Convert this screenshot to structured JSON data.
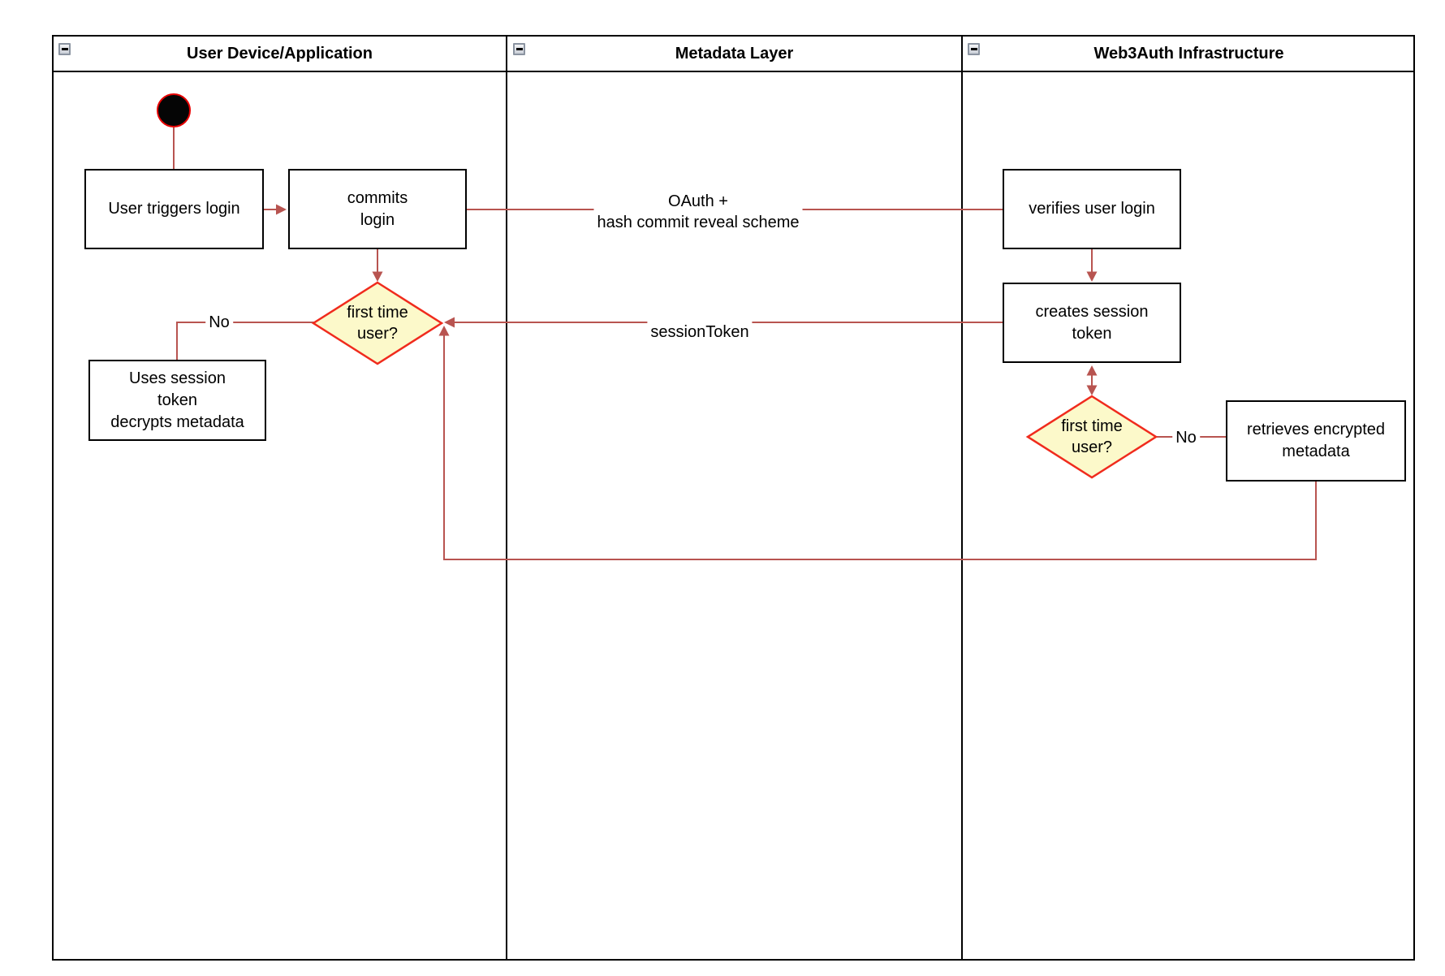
{
  "diagram": {
    "lanes": [
      {
        "title": "User Device/Application"
      },
      {
        "title": "Metadata Layer"
      },
      {
        "title": "Web3Auth Infrastructure"
      }
    ],
    "nodes": {
      "start": {
        "type": "initial-node"
      },
      "user_triggers_login": {
        "label": "User triggers login"
      },
      "commits_login": {
        "label": "commits\nlogin"
      },
      "verifies_user_login": {
        "label": "verifies user login"
      },
      "creates_session_token": {
        "label": "creates session\ntoken"
      },
      "first_time_user_app": {
        "label": "first time\nuser?"
      },
      "first_time_user_infra": {
        "label": "first time\nuser?"
      },
      "retrieves_encrypted_metadata": {
        "label": "retrieves encrypted\nmetadata"
      },
      "uses_session_token": {
        "label": "Uses session\ntoken\ndecrypts metadata"
      }
    },
    "edge_labels": {
      "oauth": "OAuth +\nhash commit reveal scheme",
      "session_token": "sessionToken",
      "no_app": "No",
      "no_infra": "No"
    },
    "colors": {
      "connector": "#B85450",
      "decision_border": "#F02B1D",
      "decision_fill": "#FCF9CA",
      "node_border": "#000000",
      "start_ring": "#E60000"
    }
  }
}
